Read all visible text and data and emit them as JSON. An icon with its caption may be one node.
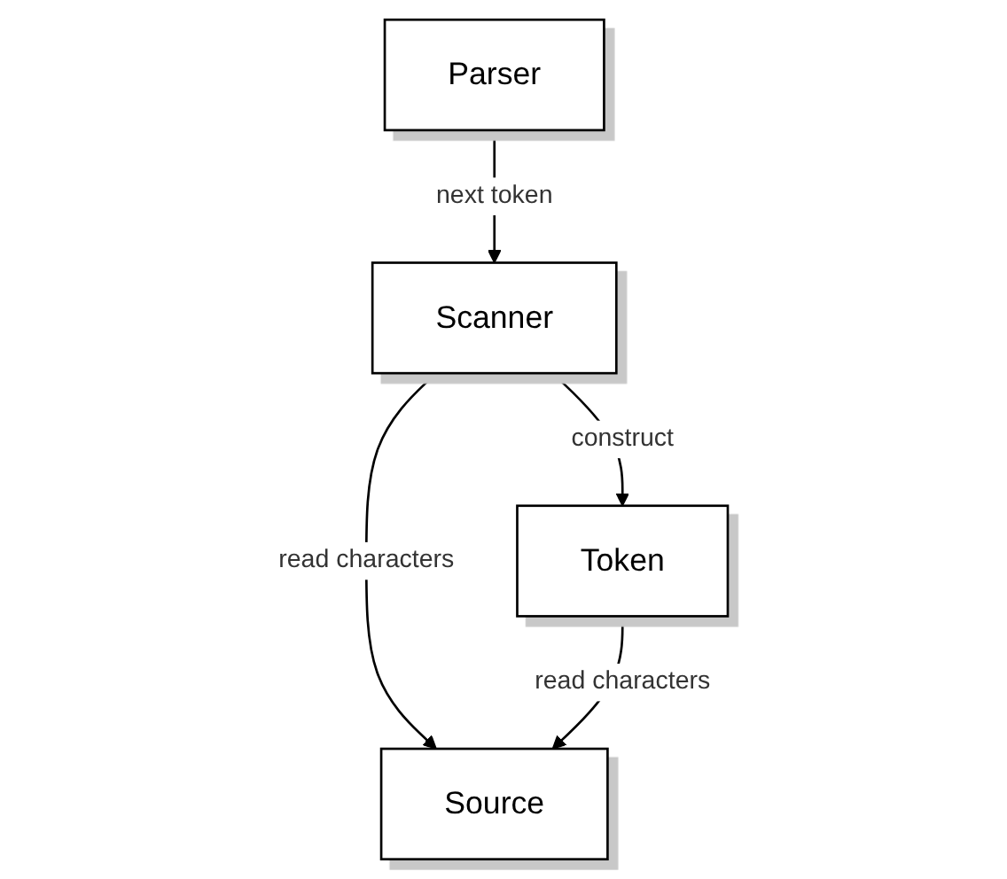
{
  "diagram": {
    "nodes": [
      {
        "text": [
          "Parser"
        ]
      },
      {
        "text": [
          "Scanner"
        ]
      },
      {
        "text": [
          "Token"
        ]
      },
      {
        "text": [
          "Source"
        ]
      }
    ],
    "edges": [
      {
        "from": 0,
        "to": 1,
        "arrow": "to",
        "label": "next token"
      },
      {
        "from": 1,
        "to": 2,
        "arrow": "to",
        "label": "construct"
      },
      {
        "from": 1,
        "to": 3,
        "arrow": "to",
        "label": "read characters"
      },
      {
        "from": 2,
        "to": 3,
        "arrow": "to",
        "label": "read characters"
      }
    ]
  }
}
